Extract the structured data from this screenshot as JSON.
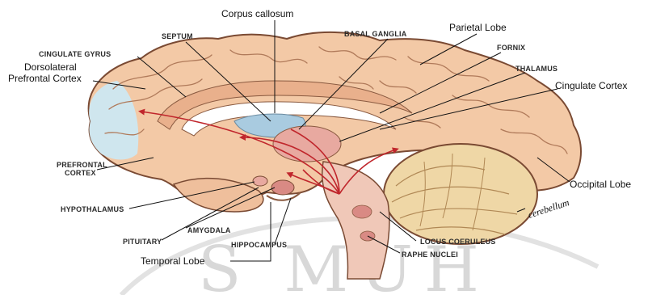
{
  "watermark": "S MUH",
  "colors": {
    "cortex": "#f3c9a6",
    "prefrontal": "#cfe6ee",
    "ventricle": "#a9cbe0",
    "tract": "#c0262c",
    "cerebellum": "#efd7a6",
    "brainstem": "#f0c8b8"
  },
  "labels": {
    "corpus_callosum": "Corpus callosum",
    "parietal_lobe": "Parietal Lobe",
    "septum": "SEPTUM",
    "basal_ganglia": "BASAL GANGLIA",
    "cingulate_gyrus": "CINGULATE GYRUS",
    "dorsolateral_1": "Dorsolateral",
    "dorsolateral_2": "Prefrontal Cortex",
    "fornix": "FORNIX",
    "thalamus": "THALAMUS",
    "cingulate_cortex": "Cingulate Cortex",
    "prefrontal_1": "PREFRONTAL",
    "prefrontal_2": "CORTEX",
    "occipital_lobe": "Occipital Lobe",
    "hypothalamus": "HYPOTHALAMUS",
    "cerebellum": "cerebellum",
    "amygdala": "AMYGDALA",
    "pituitary": "PITUITARY",
    "hippocampus": "HIPPOCAMPUS",
    "locus_coeruleus": "LOCUS COERULEUS",
    "temporal_lobe": "Temporal Lobe",
    "raphe_nuclei": "RAPHE NUCLEI"
  }
}
